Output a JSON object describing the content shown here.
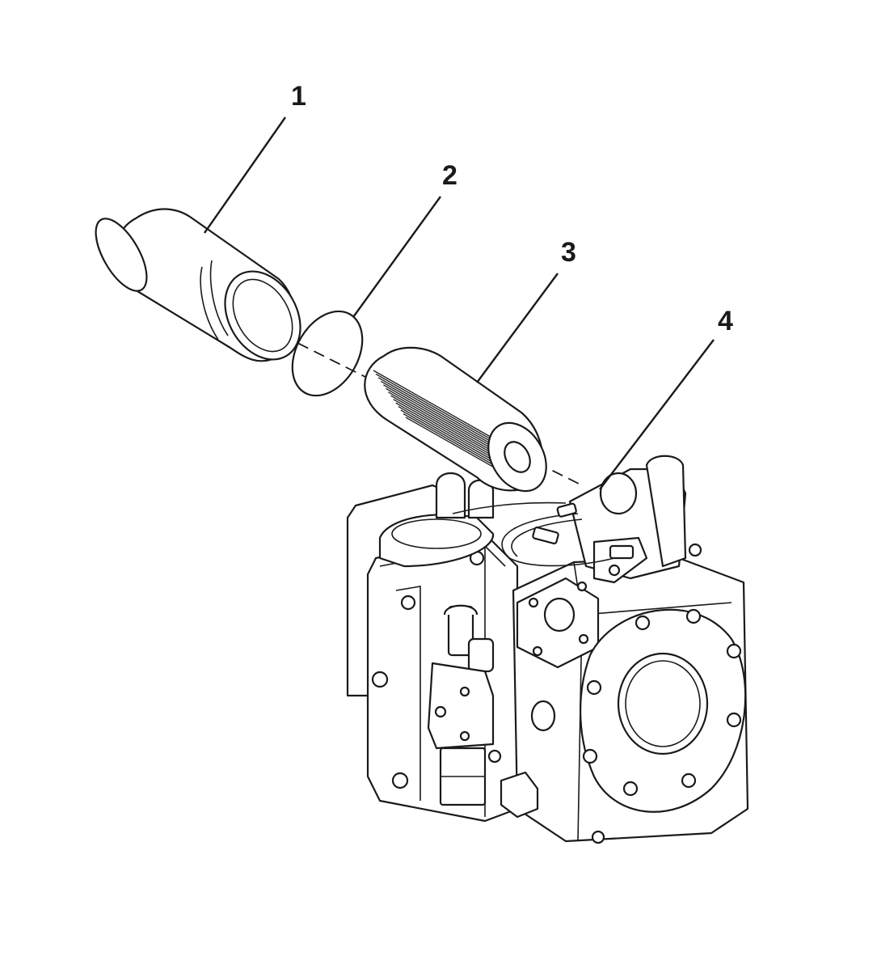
{
  "callouts": [
    {
      "number": "1",
      "part": "filter-housing"
    },
    {
      "number": "2",
      "part": "o-ring"
    },
    {
      "number": "3",
      "part": "filter-element"
    },
    {
      "number": "4",
      "part": "filter-head"
    }
  ],
  "colors": {
    "line": "#1a1a1a",
    "background": "#ffffff"
  }
}
